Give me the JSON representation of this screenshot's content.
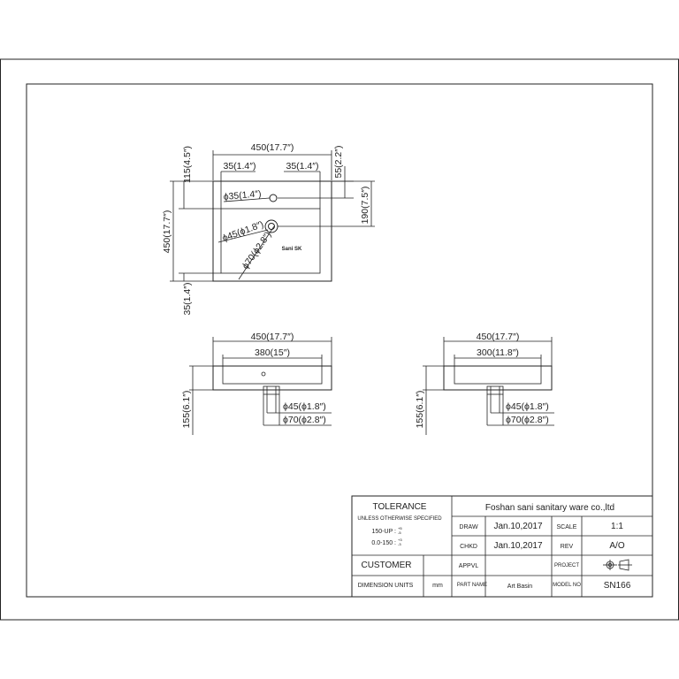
{
  "top_view": {
    "overall_width": "450(17.7″)",
    "left_offset": "35(1.4″)",
    "right_offset": "35(1.4″)",
    "top_height": "115(4.5″)",
    "overall_height": "450(17.7″)",
    "bottom_offset": "35(1.4″)",
    "right_top": "55(2.2″)",
    "right_depth": "190(7.5″)",
    "tap_hole": "ϕ35(1.4″)",
    "drain_inner": "ϕ45(ϕ1.8″)",
    "drain_outer": "ϕ70(ϕ2.8″)",
    "logo_text": "Sani SK"
  },
  "front_view": {
    "overall_width": "450(17.7″)",
    "inner_width": "380(15″)",
    "height": "155(6.1″)",
    "drain_inner": "ϕ45(ϕ1.8″)",
    "drain_outer": "ϕ70(ϕ2.8″)"
  },
  "side_view": {
    "overall_width": "450(17.7″)",
    "inner_width": "300(11.8″)",
    "height": "155(6.1″)",
    "drain_inner": "ϕ45(ϕ1.8″)",
    "drain_outer": "ϕ70(ϕ2.8″)"
  },
  "title_block": {
    "tolerance": "TOLERANCE",
    "unless": "UNLESS OTHERWISE SPECIFIED",
    "tol1": "150-UP :",
    "tol1_sup": "+5",
    "tol1_sub": "-5",
    "tol2": "0.0-150 :",
    "tol2_sup": "+3",
    "tol2_sub": "-3",
    "company": "Foshan sani sanitary ware co.,ltd",
    "draw_label": "DRAW",
    "draw_date": "Jan.10,2017",
    "scale_label": "SCALE",
    "scale": "1:1",
    "chkd_label": "CHKD",
    "chkd_date": "Jan.10,2017",
    "rev_label": "REV",
    "rev": "A/O",
    "customer": "CUSTOMER",
    "appvl": "APPVL",
    "project": "PROJECT",
    "dim_units_label": "DIMENSION UNITS",
    "dim_units": "mm",
    "part_name_label": "PART NAME",
    "part_name": "Art Basin",
    "model_label": "MODEL NO",
    "model": "SN166"
  }
}
